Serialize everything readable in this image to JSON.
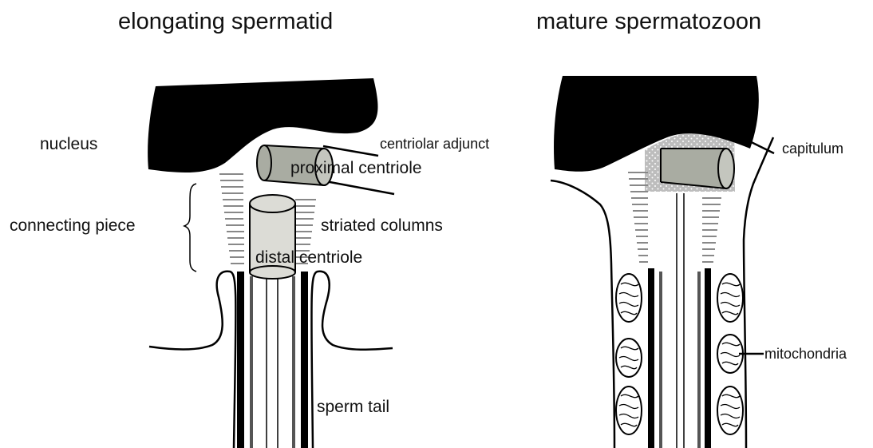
{
  "titles": {
    "left": "elongating spermatid",
    "right": "mature spermatozoon"
  },
  "labels": {
    "nucleus": "nucleus",
    "centriolar_adjunct": "centriolar adjunct",
    "proximal_centriole": "proximal centriole",
    "connecting_piece": "connecting piece",
    "striated_columns": "striated columns",
    "distal_centriole": "distal centriole",
    "sperm_tail": "sperm tail",
    "capitulum": "capitulum",
    "mitochondria": "mitochondria"
  },
  "colors": {
    "nucleus": "#000000",
    "centriole_dark": "#a9aca2",
    "centriole_light": "#dcdcd6",
    "striation": "#8a8a8a",
    "capitulum_stipple": "#b8b8b8",
    "line": "#000000"
  }
}
